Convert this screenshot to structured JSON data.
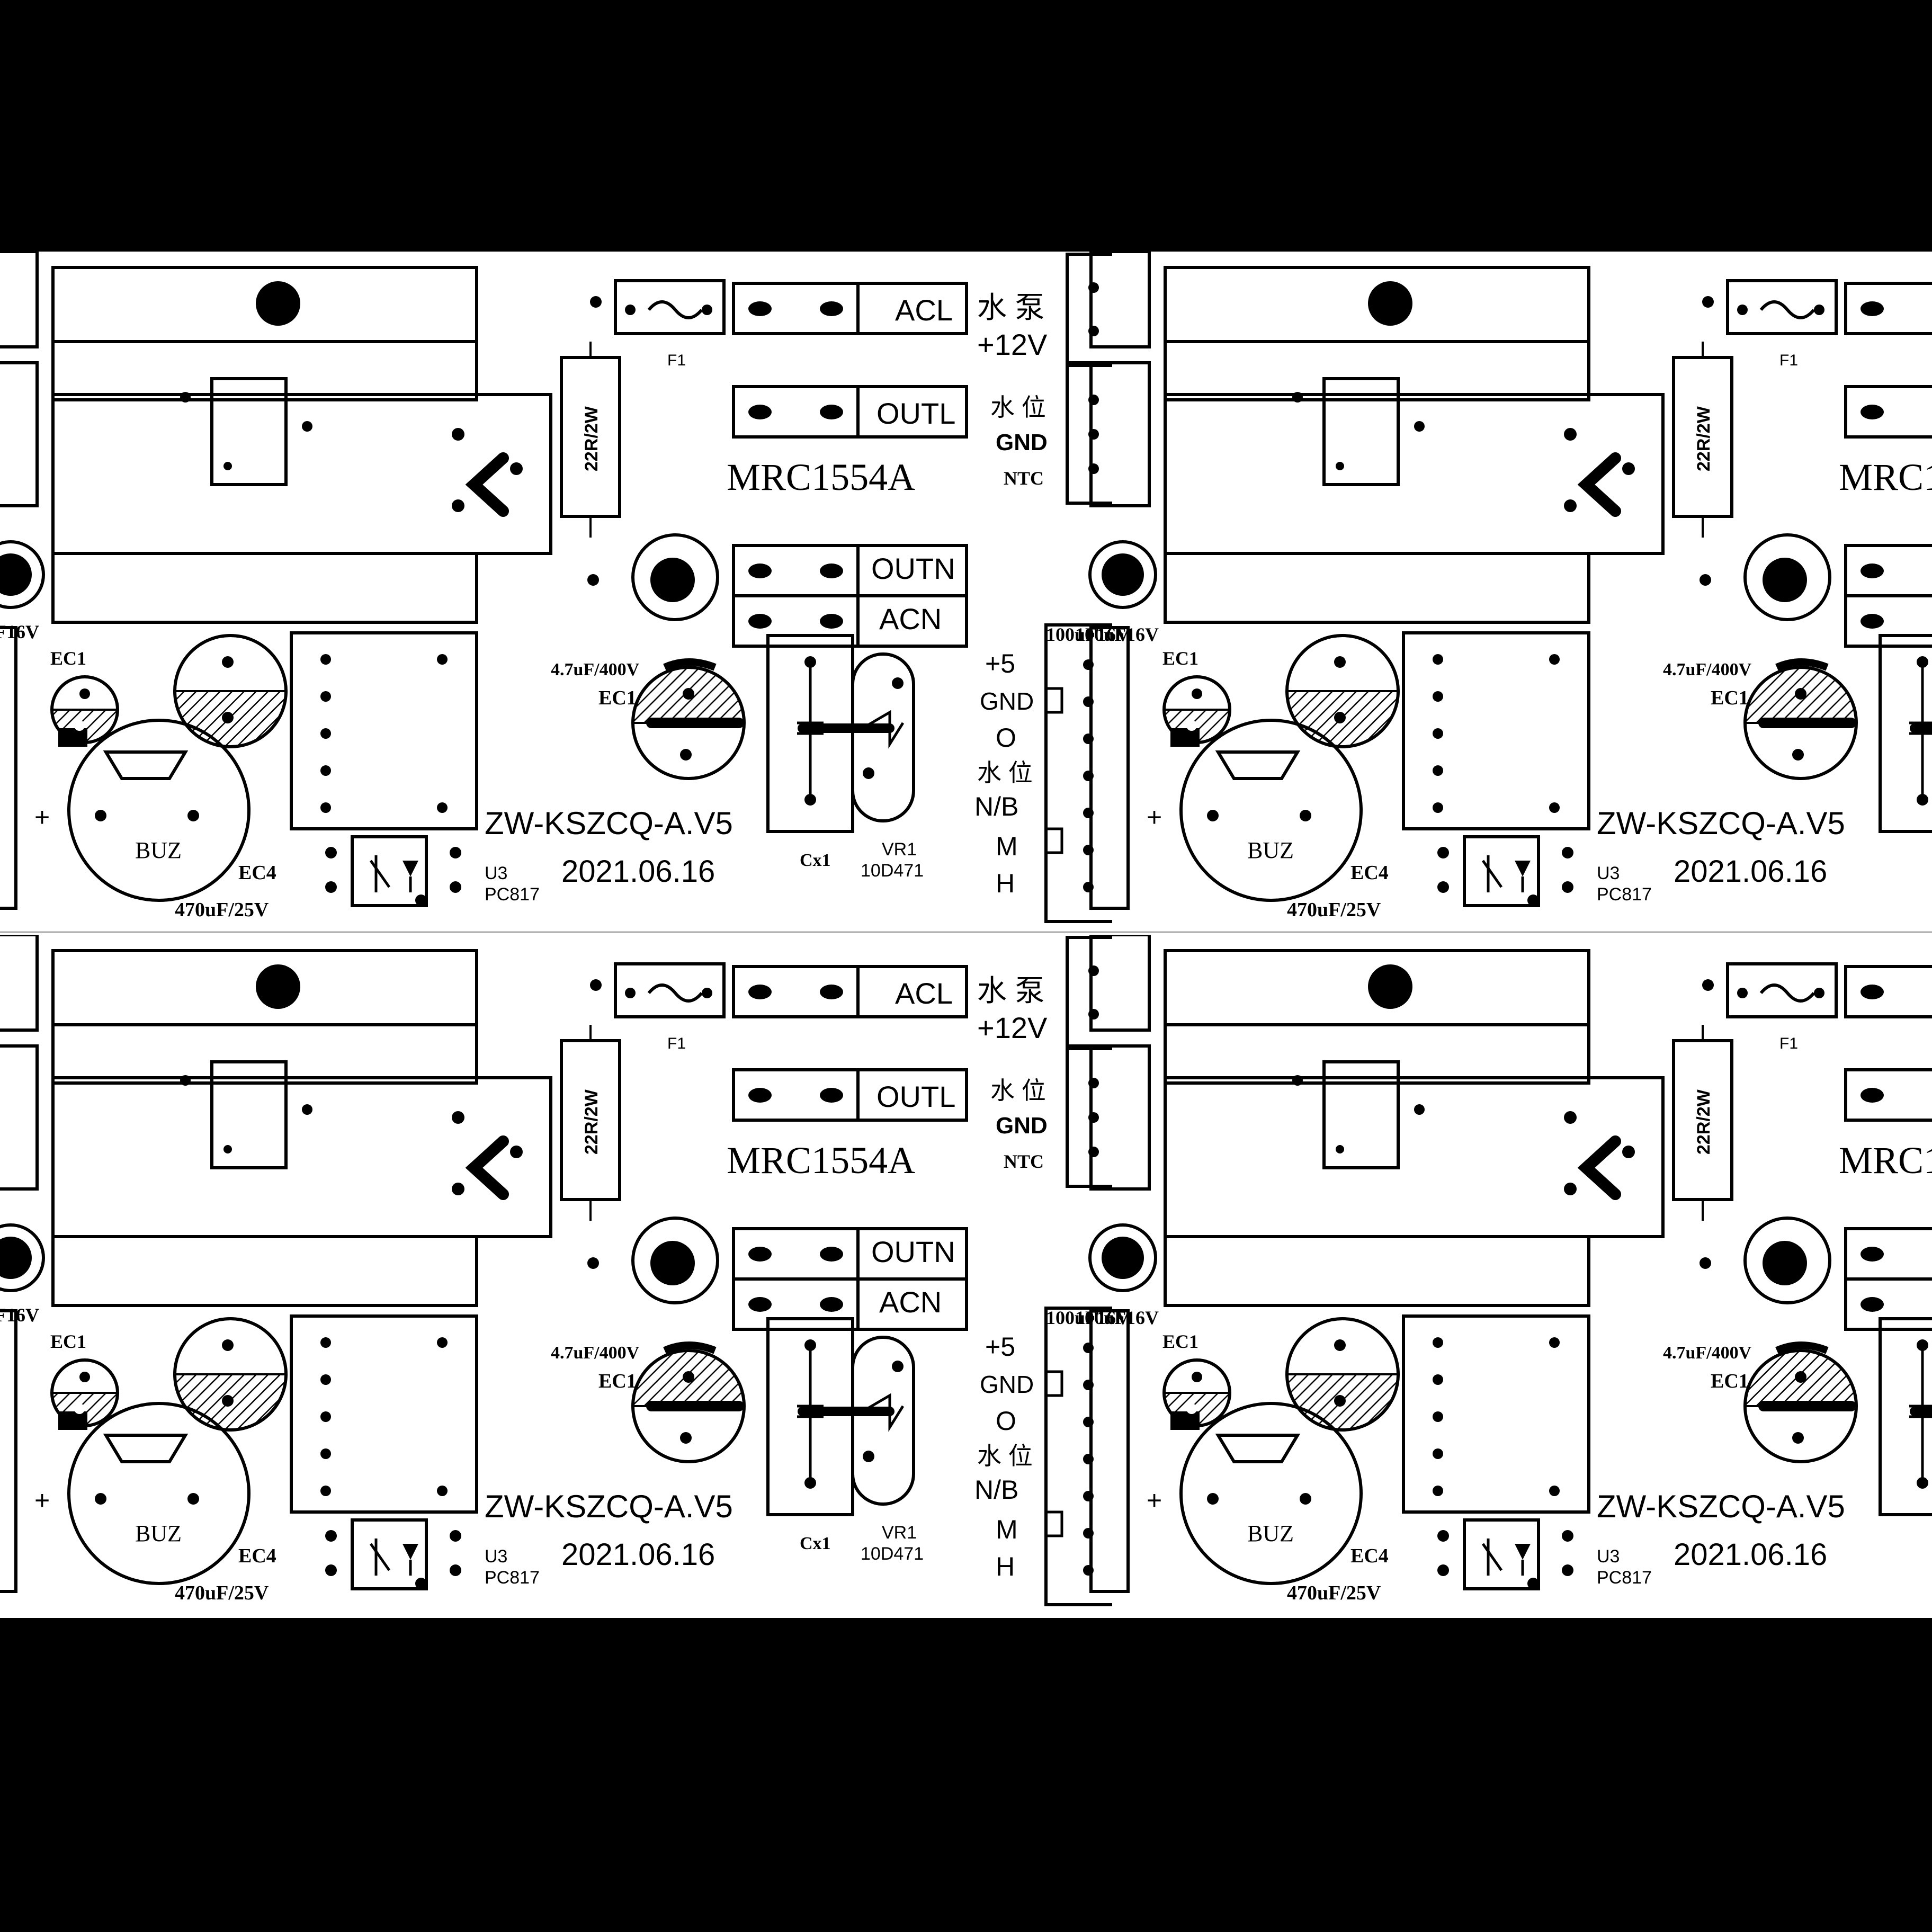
{
  "colors": {
    "background": "#000000",
    "board": "#ffffff",
    "ink": "#000000"
  },
  "board": {
    "board_id": "ZW-KSZCQ-A.V5",
    "date": "2021.06.16",
    "chip": "MRC1554A",
    "fuse": "F1",
    "resistor": "22R/2W",
    "terminals": [
      "ACL",
      "OUTL",
      "OUTN",
      "ACN"
    ],
    "connector_top": [
      "水 泵",
      "+12V"
    ],
    "connector_mid": [
      "水 位",
      "GND",
      "NTC"
    ],
    "connector_bottom": [
      "+5",
      "GND",
      "O",
      "水 位",
      "N/B",
      "M",
      "H"
    ],
    "connector_cap": "100uF16V",
    "cap_small": "EC1",
    "cap_hv_value": "4.7uF/400V",
    "cap_hv_label": "EC1",
    "cap_big_label": "EC4",
    "cap_big_value": "470uF/25V",
    "buzzer": "BUZ",
    "plus": "+",
    "opto_ref": "U3",
    "opto_part": "PC817",
    "cx": "Cx1",
    "varistor_ref": "VR1",
    "varistor_part": "10D471",
    "edge_fragment": "F16V"
  }
}
